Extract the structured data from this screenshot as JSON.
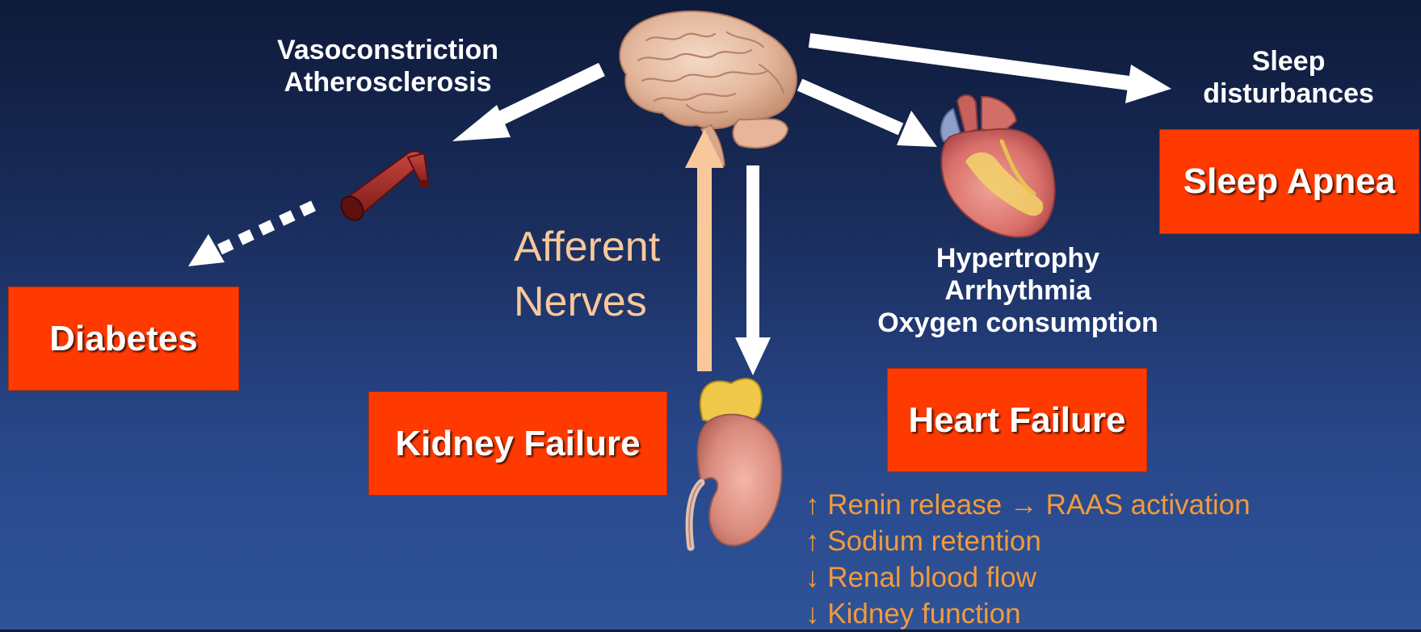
{
  "labels": {
    "vasoconstriction": "Vasoconstriction",
    "atherosclerosis": "Atherosclerosis",
    "sleep_line1": "Sleep",
    "sleep_line2": "disturbances",
    "hypertrophy": "Hypertrophy",
    "arrhythmia": "Arrhythmia",
    "oxygen": "Oxygen consumption",
    "afferent_line1": "Afferent",
    "afferent_line2": "Nerves"
  },
  "boxes": {
    "diabetes": "Diabetes",
    "kidney_failure": "Kidney Failure",
    "heart_failure": "Heart Failure",
    "sleep_apnea": "Sleep Apnea"
  },
  "kidney_effects": [
    {
      "arrow": "↑",
      "text": "Renin release → RAAS activation"
    },
    {
      "arrow": "↑",
      "text": "Sodium retention"
    },
    {
      "arrow": "↓",
      "text": "Renal blood flow"
    },
    {
      "arrow": "↓",
      "text": "Kidney function"
    }
  ],
  "colors": {
    "box_fill": "#ff3a00",
    "afferent_text": "#f9c89a",
    "effects_text": "#f29a3c",
    "arrow_white": "#ffffff",
    "arrow_afferent": "#f9c89a"
  }
}
